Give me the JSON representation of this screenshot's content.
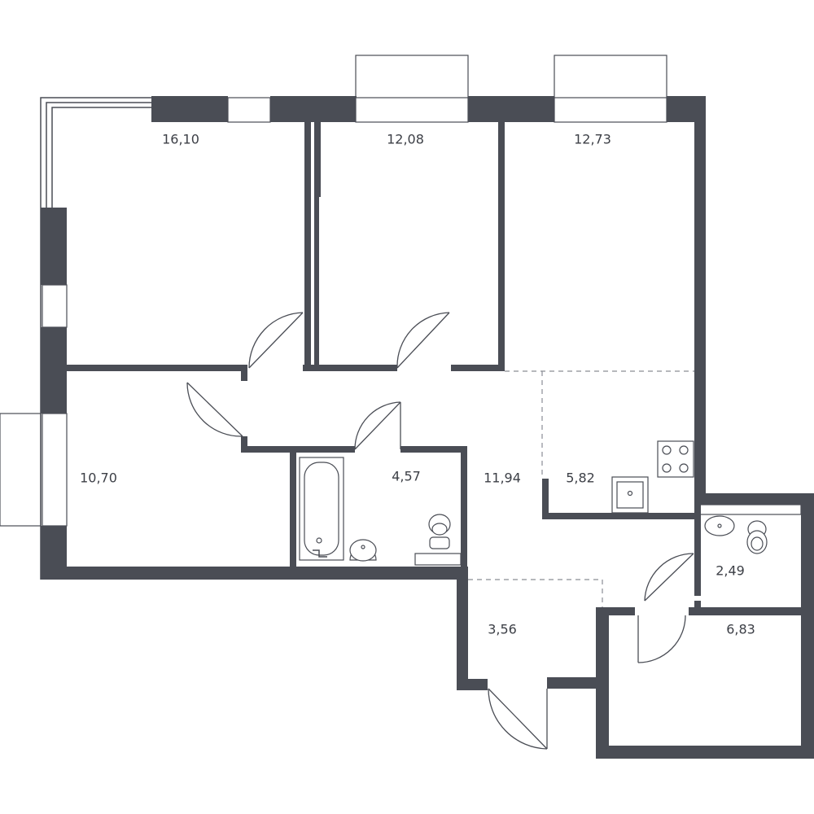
{
  "rooms": [
    {
      "label": "16,10"
    },
    {
      "label": "12,08"
    },
    {
      "label": "12,73"
    },
    {
      "label": "10,70"
    },
    {
      "label": "4,57"
    },
    {
      "label": "11,94"
    },
    {
      "label": "5,82"
    },
    {
      "label": "2,49"
    },
    {
      "label": "3,56"
    },
    {
      "label": "6,83"
    }
  ],
  "colors": {
    "wall": "#4a4d55",
    "background": "#ffffff",
    "text": "#3c3f46"
  }
}
